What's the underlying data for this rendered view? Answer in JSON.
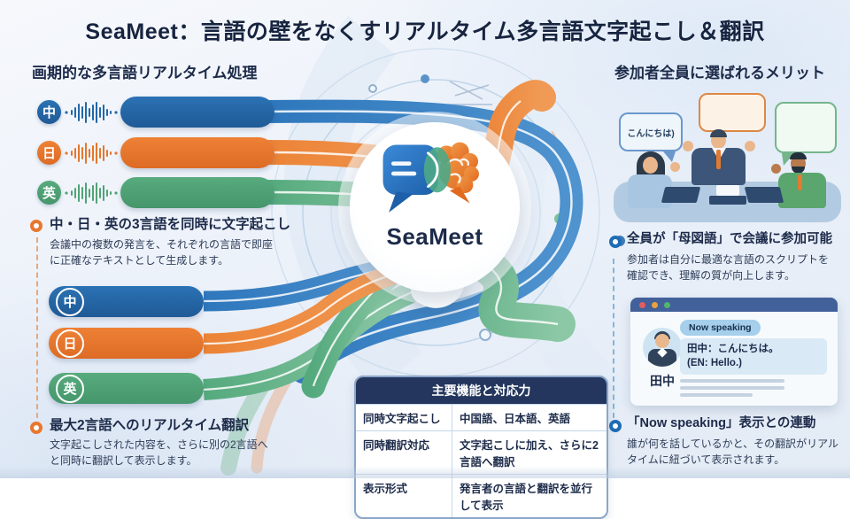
{
  "title": "SeaMeet：言語の壁をなくすリアルタイム多言語文字起こし＆翻訳",
  "brand_colors": {
    "blue": "#2368a8",
    "orange": "#e4762e",
    "green": "#4fa376",
    "navy": "#1d2b4a"
  },
  "left": {
    "heading": "画期的な多言語リアルタイム処理",
    "languages": [
      {
        "char": "中",
        "color": "#2368a8"
      },
      {
        "char": "日",
        "color": "#e4762e"
      },
      {
        "char": "英",
        "color": "#4fa376"
      }
    ],
    "point1": {
      "title": "中・日・英の3言語を同時に文字起こし",
      "body": "会議中の複数の発言を、それぞれの言語で即座に正確なテキストとして生成します。"
    },
    "point2": {
      "title": "最大2言語へのリアルタイム翻訳",
      "body": "文字起こしされた内容を、さらに別の2言語へと同時に翻訳して表示します。"
    }
  },
  "center": {
    "logo_text": "SeaMeet"
  },
  "table": {
    "title": "主要機能と対応力",
    "rows": [
      {
        "label": "同時文字起こし",
        "value": "中国語、日本語、英語"
      },
      {
        "label": "同時翻訳対応",
        "value": "文字起こしに加え、さらに2言語へ翻訳"
      },
      {
        "label": "表示形式",
        "value": "発言者の言語と翻訳を並行して表示"
      }
    ]
  },
  "right": {
    "heading": "参加者全員に選ばれるメリット",
    "bubble_text": "こんにちは)",
    "point1": {
      "title": "全員が「母図語」で会議に参加可能",
      "body": "参加者は自分に最適な言語のスクリプトを確認でき、理解の質が向上します。"
    },
    "speaking_card": {
      "name": "田中",
      "badge": "Now speaking",
      "message_line1": "田中：こんにちは。",
      "message_line2": "(EN: Hello.)"
    },
    "point2": {
      "title": "「Now speaking」表示との連動",
      "body": "誰が何を話しているかと、その翻訳がリアルタイムに紐づいて表示されます。"
    }
  }
}
